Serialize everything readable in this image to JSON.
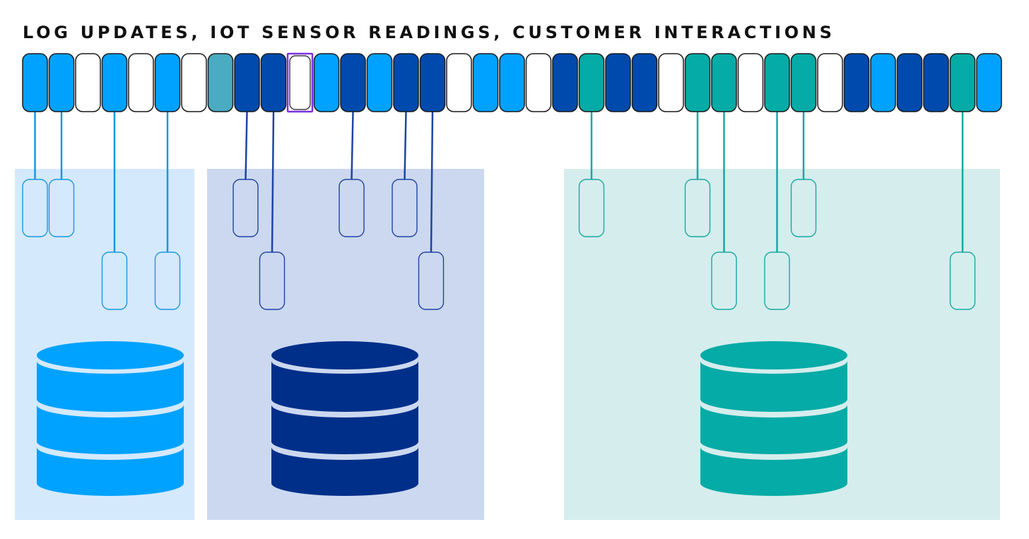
{
  "title": "LOG UPDATES, IOT SENSOR READINGS, CUSTOMER INTERACTIONS",
  "colors": {
    "light_blue": "#00a2ff",
    "dark_blue": "#004aad",
    "teal": "#05aba6",
    "muted_teal": "#4aabc2",
    "white": "#ffffff",
    "selected_outline": "#7d31e0",
    "panel_light_blue": "#d4e9fc",
    "panel_dark_blue": "#ccd8ef",
    "panel_teal": "#d5eded",
    "db_light_blue": "#00a2ff",
    "db_dark_blue": "#002f8a",
    "db_teal": "#05aba6"
  },
  "stream": {
    "cells": [
      "light_blue",
      "light_blue",
      "white",
      "light_blue",
      "white",
      "light_blue",
      "white",
      "muted_teal",
      "dark_blue",
      "dark_blue",
      "white",
      "light_blue",
      "dark_blue",
      "light_blue",
      "dark_blue",
      "dark_blue",
      "white",
      "light_blue",
      "light_blue",
      "white",
      "dark_blue",
      "teal",
      "dark_blue",
      "dark_blue",
      "white",
      "teal",
      "teal",
      "white",
      "teal",
      "teal",
      "white",
      "dark_blue",
      "light_blue",
      "dark_blue",
      "dark_blue",
      "teal",
      "light_blue"
    ],
    "selected_index": 10
  },
  "groups": [
    {
      "name": "light-blue",
      "panel_color": "panel_light_blue",
      "line_color": "#1b98e0",
      "db_color": "db_light_blue",
      "routed_cells": [
        0,
        1,
        3,
        5
      ],
      "rows": [
        0,
        0,
        1,
        1
      ]
    },
    {
      "name": "dark-blue",
      "panel_color": "panel_dark_blue",
      "line_color": "#1f45a3",
      "db_color": "db_dark_blue",
      "routed_cells": [
        8,
        9,
        12,
        14,
        15
      ],
      "rows": [
        0,
        1,
        0,
        0,
        1
      ]
    },
    {
      "name": "teal",
      "panel_color": "panel_teal",
      "line_color": "#1aa8a3",
      "db_color": "db_teal",
      "routed_cells": [
        21,
        25,
        26,
        28,
        29,
        35
      ],
      "rows": [
        0,
        0,
        1,
        1,
        0,
        1
      ]
    }
  ]
}
